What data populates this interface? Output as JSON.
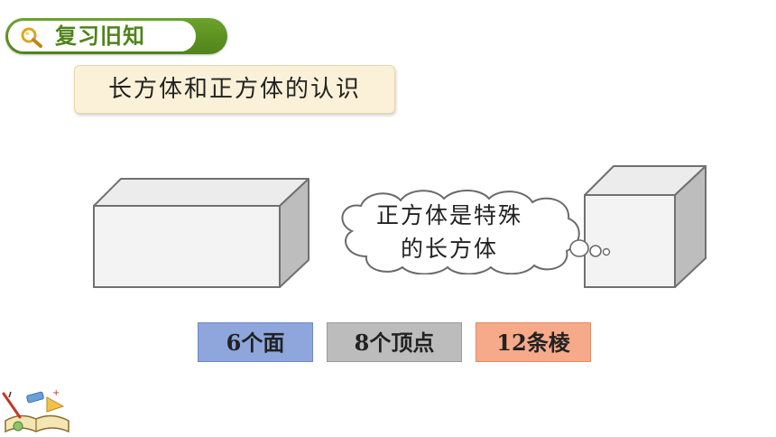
{
  "header": {
    "title": "复习旧知",
    "icon": "magnifier-icon"
  },
  "topic": {
    "title": "长方体和正方体的认识"
  },
  "thought_bubble": {
    "line1": "正方体是特殊",
    "line2": "的长方体"
  },
  "facts": [
    {
      "label": "6个面",
      "color": "#8ea6dc"
    },
    {
      "label": "8个顶点",
      "color": "#bcbcbc"
    },
    {
      "label": "12条棱",
      "color": "#f7aa8a"
    }
  ],
  "colors": {
    "brand_green": "#4f8418",
    "topic_background": "#fbf1d8"
  }
}
